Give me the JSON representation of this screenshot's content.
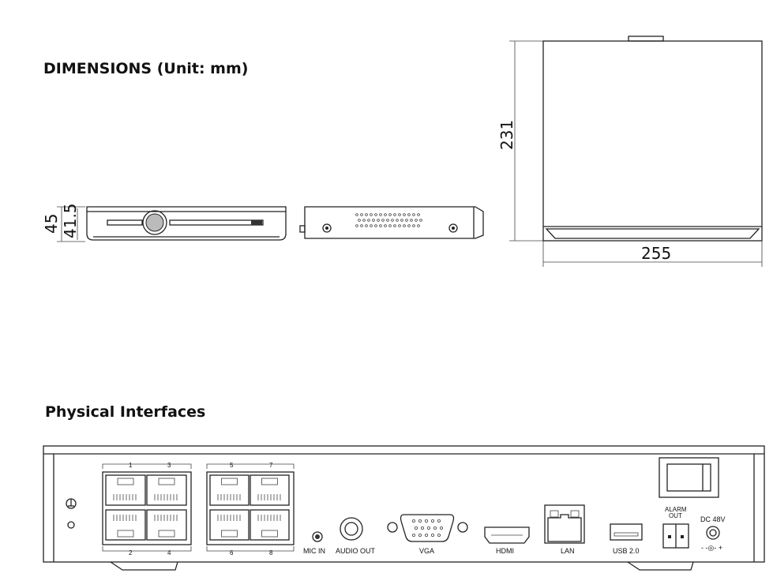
{
  "dimensions": {
    "title": "DIMENSIONS  (Unit: mm)",
    "height_total": "45",
    "height_body": "41.5",
    "depth": "231",
    "width": "255"
  },
  "interfaces": {
    "title": "Physical Interfaces",
    "port_numbers_top": [
      "1",
      "3",
      "5",
      "7"
    ],
    "port_numbers_bottom": [
      "2",
      "4",
      "6",
      "8"
    ],
    "labels": {
      "mic_in": "MIC IN",
      "audio_out": "AUDIO OUT",
      "vga": "VGA",
      "hdmi": "HDMI",
      "lan": "LAN",
      "usb": "USB 2.0",
      "alarm_out_1": "ALARM",
      "alarm_out_2": "OUT",
      "dc": "DC 48V",
      "polarity": "- -◎- +"
    }
  }
}
